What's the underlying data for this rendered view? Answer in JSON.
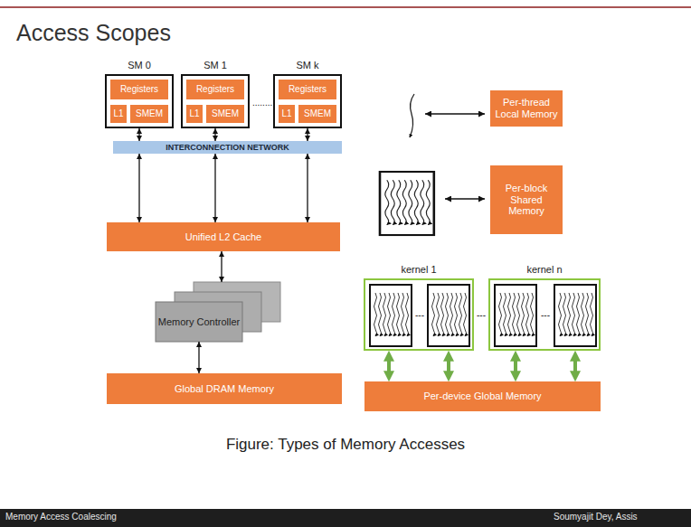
{
  "diagram": {
    "title": "Access Scopes",
    "caption": "Figure: Types of Memory Accesses",
    "nodes": [
      {
        "text": [
          "SM 0"
        ]
      },
      {
        "text": [
          "Registers"
        ],
        "in": 0
      },
      {
        "text": [
          "L1"
        ],
        "in": 0
      },
      {
        "text": [
          "SMEM"
        ],
        "in": 0
      },
      {
        "text": [
          "SM 1"
        ]
      },
      {
        "text": [
          "Registers"
        ],
        "in": 4
      },
      {
        "text": [
          "L1"
        ],
        "in": 4
      },
      {
        "text": [
          "SMEM"
        ],
        "in": 4
      },
      {
        "text": [
          "SM k"
        ]
      },
      {
        "text": [
          "Registers"
        ],
        "in": 8
      },
      {
        "text": [
          "L1"
        ],
        "in": 8
      },
      {
        "text": [
          "SMEM"
        ],
        "in": 8
      },
      {
        "text": [
          "INTERCONNECTION NETWORK"
        ]
      },
      {
        "text": [
          "Unified L2 Cache"
        ]
      },
      {
        "text": [
          "Memory Controller"
        ]
      },
      {
        "text": [
          "Global DRAM Memory"
        ]
      },
      {
        "text": [
          "Per-thread Local Memory"
        ]
      },
      {
        "text": [
          "Per-block Shared Memory"
        ]
      },
      {
        "text": [
          "kernel 1"
        ]
      },
      {
        "text": [
          "kernel n"
        ]
      },
      {
        "text": [
          "Per-device Global Memory"
        ]
      }
    ],
    "edges": [
      {
        "from": 0,
        "to": 12,
        "arrow": "both"
      },
      {
        "from": 4,
        "to": 12,
        "arrow": "both"
      },
      {
        "from": 8,
        "to": 12,
        "arrow": "both"
      },
      {
        "from": 12,
        "to": 13,
        "arrow": "both"
      },
      {
        "from": 12,
        "to": 13,
        "arrow": "both"
      },
      {
        "from": 12,
        "to": 13,
        "arrow": "both"
      },
      {
        "from": 13,
        "to": 14,
        "arrow": "both"
      },
      {
        "from": 14,
        "to": 15,
        "arrow": "both"
      },
      {
        "from": 18,
        "to": 20,
        "arrow": "both"
      },
      {
        "from": 18,
        "to": 20,
        "arrow": "both"
      },
      {
        "from": 19,
        "to": 20,
        "arrow": "both"
      },
      {
        "from": 19,
        "to": 20,
        "arrow": "both"
      }
    ],
    "labels": [
      "........",
      "---",
      "---",
      "---",
      "Memory Access Coalescing",
      "Soumyajit Dey, Assis"
    ]
  }
}
